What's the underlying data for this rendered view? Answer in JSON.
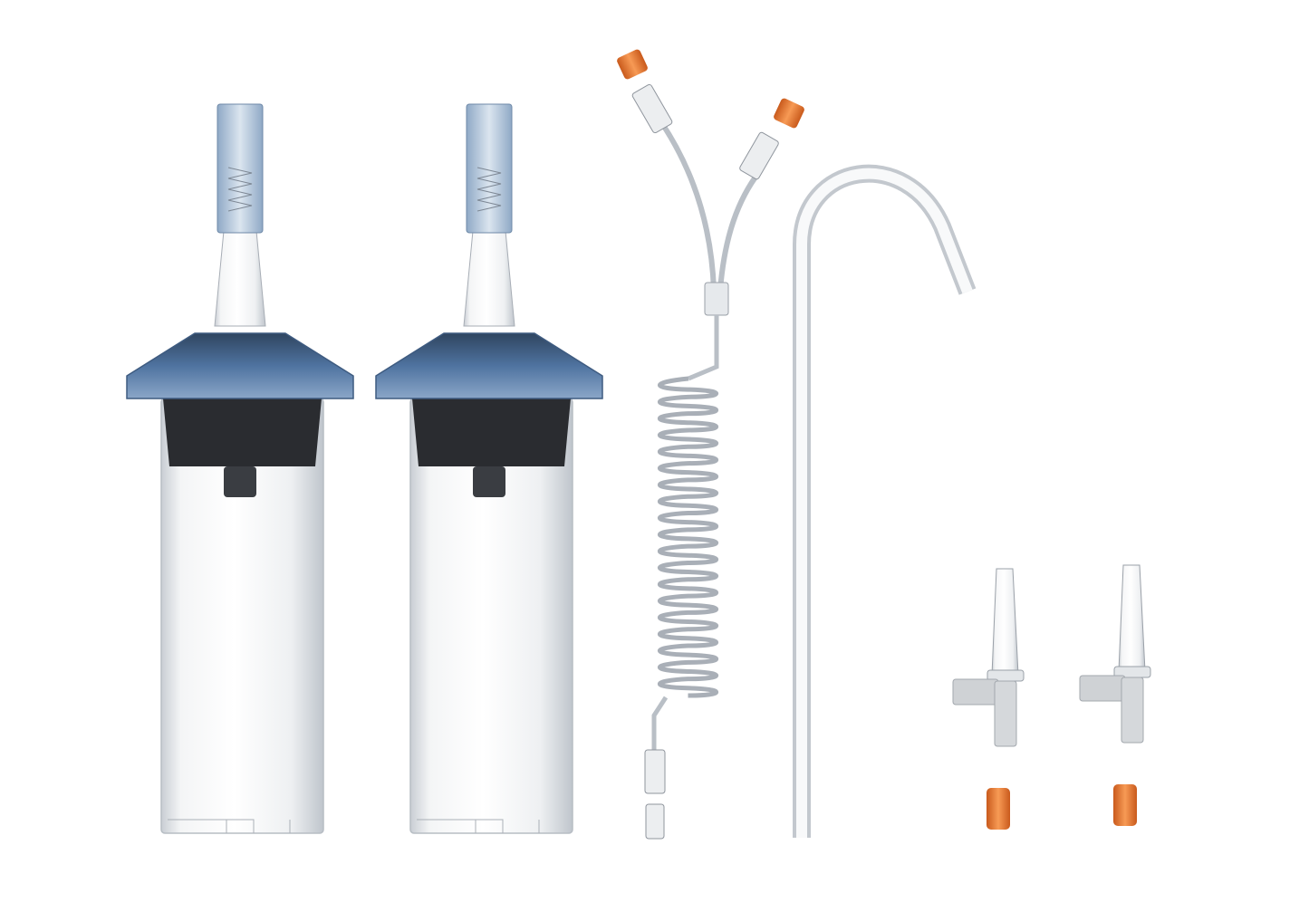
{
  "colors": {
    "background": "#ffffff",
    "flange_blue": "#5a7fae",
    "cap_orange": "#e8742a",
    "plunger_black": "#2a2c30",
    "clear_plastic": "#e9ecef",
    "outline_gray": "#9aa0a8",
    "port_gray": "#cfd2d5"
  },
  "items": [
    {
      "kind": "syringe",
      "count": 2
    },
    {
      "kind": "y-connector-coiled-tube",
      "count": 1
    },
    {
      "kind": "j-tube",
      "count": 1
    },
    {
      "kind": "spike",
      "count": 2
    },
    {
      "kind": "cap",
      "count": 4
    }
  ]
}
